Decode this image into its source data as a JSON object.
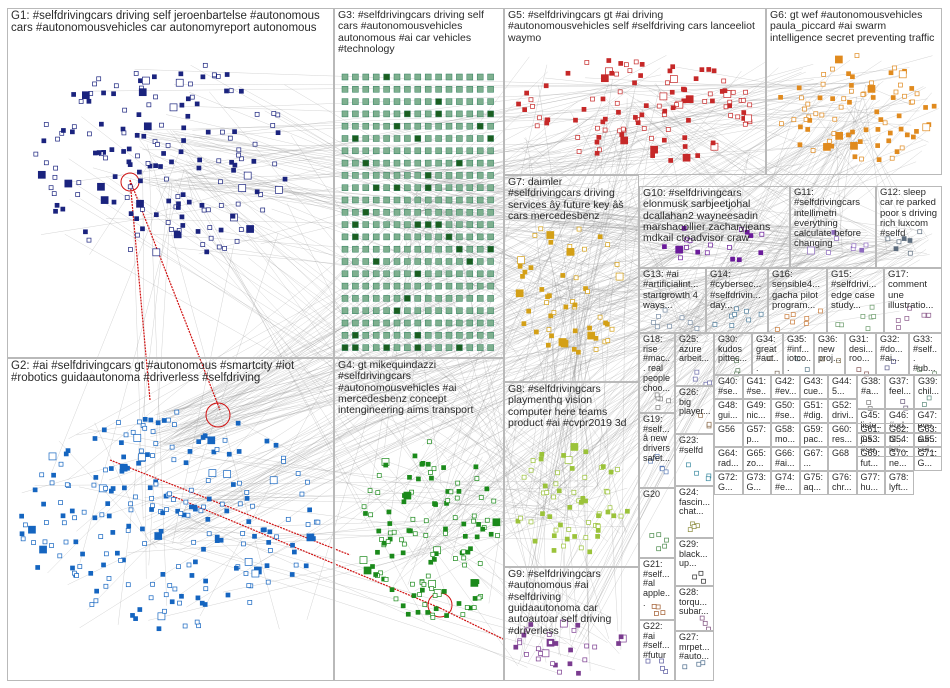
{
  "colors": {
    "background": "#ffffff",
    "box_border": "#b9b9b9",
    "edge": "#8e8e8e",
    "highlight_edge": "#d01010",
    "label_text": "#2a2a2a"
  },
  "groups": {
    "G1": {
      "label": "G1: #selfdrivingcars driving self jeroenbartelse #autonomous cars #autonomousvehicles car autonomyreport autonomous",
      "color": "#1a237e"
    },
    "G2": {
      "label": "G2: #ai #selfdrivingcars gt #autonomous #smartcity #iot #robotics guidaautonoma #driverless #selfdriving",
      "color": "#1565c0"
    },
    "G3": {
      "label": "G3: #selfdrivingcars driving self cars #autonomousvehicles autonomous #ai car vehicles #technology",
      "color": "#2e7d5b"
    },
    "G4": {
      "label": "G4: gt mikequindazzi #selfdrivingcars #autonomousvehicles #ai mercedesbenz concept intengineering aims transport",
      "color": "#1b8a1b"
    },
    "G5": {
      "label": "G5: #selfdrivingcars gt #ai driving #autonomousvehicles self #selfdriving cars lanceeliot waymo",
      "color": "#c62828"
    },
    "G6": {
      "label": "G6: gt wef #autonomousvehicles paula_piccard #ai swarm intelligence secret preventing traffic",
      "color": "#e08a1e"
    },
    "G7": {
      "label": "G7: daimler #selfdrivingcars driving services âÿ future key âš cars mercedesbenz",
      "color": "#d4a017"
    },
    "G8": {
      "label": "G8: #selfdrivingcars playmenthq vision computer here teams product #ai #cvpr2019 3d",
      "color": "#9bc33a"
    },
    "G9": {
      "label": "G9: #selfdrivingcars #autonomous #ai #selfdriving guidaautonoma car autoautoar self driving #driverless",
      "color": "#7a3b8f"
    },
    "G10": {
      "label": "G10: #selfdrivingcars elonmusk sarbjeetjohal dcallahan2 wayneesadin marshacollier zacharyjeans mdkail ctoadvisor craw",
      "color": "#6a1b9a"
    },
    "G11": {
      "label": "G11: #selfdrivingcars intellimetri everything calculate before changing",
      "color": "#8e6bbf"
    },
    "G12": {
      "label": "G12: sleep car re parked poor s driving rich luxcom #selfd",
      "color": "#5d6d7e"
    },
    "G13": {
      "label": "G13: #ai #artificialint... startgrowth 4 ways...",
      "color": "#7b8fa6"
    },
    "G14": {
      "label": "G14: #cybersec... #selfdrivin... day...",
      "color": "#4e7d9b"
    },
    "G15": {
      "label": "G15: #selfdrivi... edge case study...",
      "color": "#6b9b6b"
    },
    "G16": {
      "label": "G16: sensible4... gacha pilot program...",
      "color": "#c97b3a"
    },
    "G17": {
      "label": "G17: comment une illustratio...",
      "color": "#8b5a8b"
    },
    "G18": {
      "label": "G18: rise #mac... real people choo...",
      "color": "#7d7d7d"
    },
    "G19": {
      "label": "G19: #self... â new drivers safet...",
      "color": "#5b7bb5"
    },
    "G20": {
      "label": "G20",
      "color": "#4a8a4a"
    },
    "G21": {
      "label": "G21: #self... #al apple...",
      "color": "#a05a2c"
    },
    "G22": {
      "label": "G22: #ai #self... #futur",
      "color": "#5a5aa0"
    },
    "G23": {
      "label": "G23: #selfd",
      "color": "#3a8aa0"
    },
    "G24": {
      "label": "G24: fascin... chat...",
      "color": "#8a8a3a"
    },
    "G25": {
      "label": "G25: azure arbeit...",
      "color": "#6a6aa8"
    },
    "G26": {
      "label": "G26: big player...",
      "color": "#8a6a4a"
    },
    "G27": {
      "label": "G27: mrpet... #auto...",
      "color": "#4a6a8a"
    },
    "G28": {
      "label": "G28: torqu... subar...",
      "color": "#7a4a7a"
    },
    "G29": {
      "label": "G29: black... up...",
      "color": "#2a2a2a"
    },
    "G30": {
      "label": "G30: kudos pittec...",
      "color": "#5a7a5a"
    },
    "G31": {
      "label": "G31: desi... roo...",
      "color": "#8a5a5a"
    },
    "G32": {
      "label": "G32: #do... #ai...",
      "color": "#5a5a8a"
    },
    "G33": {
      "label": "G33: #self... #ub...",
      "color": "#6a8a6a"
    },
    "G34": {
      "label": "G34: great #aut...",
      "color": "#7a6a5a"
    },
    "G35": {
      "label": "G35: #inf... iotco...",
      "color": "#5a7a8a"
    },
    "G36": {
      "label": "G36: new proj...",
      "color": "#8a7a5a"
    },
    "G37": {
      "label": "G37: feel...",
      "color": "#6a5a7a"
    },
    "G38": {
      "label": "G38: #a...",
      "color": "#7a7a7a"
    },
    "G39": {
      "label": "G39: chil...",
      "color": "#5a8a7a"
    }
  },
  "tiles": [
    "G40: #se...",
    "G41: #se...",
    "G42: #ev...",
    "G43: cue...",
    "G44: 5...",
    "G45: liste...",
    "G46: #ud...",
    "G47: eve...",
    "G48: gui...",
    "G49: nic...",
    "G50: #se...",
    "G51: #dig...",
    "G52: drivi...",
    "G53: #se...",
    "G54: let'...",
    "G55: sel...",
    "G56",
    "G57: p...",
    "G58: mo...",
    "G59: pac...",
    "G60: res...",
    "G61: jus...",
    "G62: bl...",
    "G63: sur...",
    "G64: rad...",
    "G65: zo...",
    "G66: #ai...",
    "G67: ...",
    "G68",
    "G69: fut...",
    "G70: ne...",
    "G71: G...",
    "G72: G...",
    "G73: G...",
    "G74: #e...",
    "G75: aq...",
    "G76: chr...",
    "G77: hu...",
    "G78: lyft..."
  ]
}
